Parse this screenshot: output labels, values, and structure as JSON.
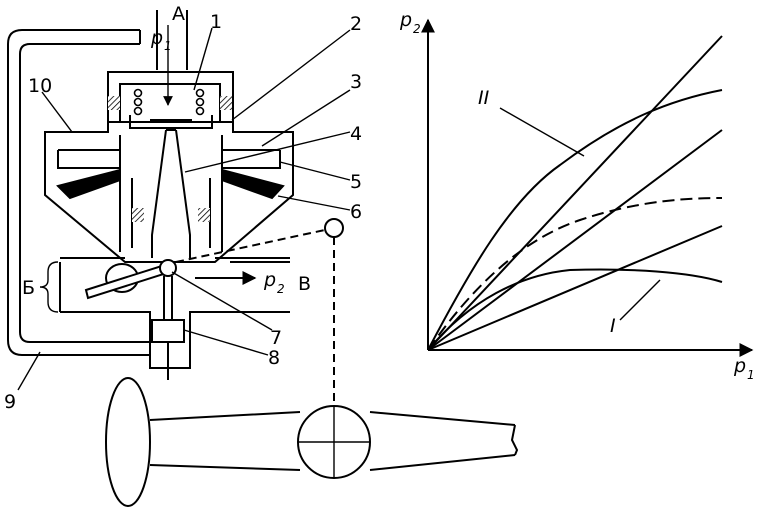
{
  "labels": {
    "A": "А",
    "B_cyr": "Б",
    "V_cyr": "В",
    "n1": "1",
    "n2": "2",
    "n3": "3",
    "n4": "4",
    "n5": "5",
    "n6": "6",
    "n7": "7",
    "n8": "8",
    "n9": "9",
    "n10": "10"
  },
  "pressure_in": {
    "symbol": "p",
    "subscript": "1"
  },
  "pressure_out": {
    "symbol": "p",
    "subscript": "2"
  },
  "graph": {
    "y_axis": {
      "symbol": "p",
      "subscript": "2"
    },
    "x_axis": {
      "symbol": "p",
      "subscript": "1"
    },
    "curve_labels": {
      "upper": "II",
      "lower": "I"
    }
  }
}
